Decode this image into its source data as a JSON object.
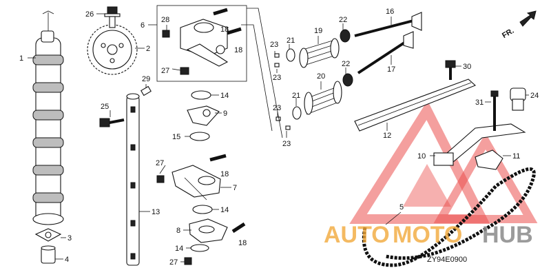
{
  "diagram": {
    "code": "ZY94E0900",
    "direction_label": "FR.",
    "watermark": {
      "text_a": "AUTO",
      "text_b": "MOTO",
      "text_c": "HUB",
      "accent": "#e8322f",
      "secondary": "#f2a93b",
      "tertiary": "#8a8a8a"
    },
    "callouts": [
      {
        "id": "c1",
        "text": "1"
      },
      {
        "id": "c2",
        "text": "2"
      },
      {
        "id": "c3",
        "text": "3"
      },
      {
        "id": "c4",
        "text": "4"
      },
      {
        "id": "c5",
        "text": "5"
      },
      {
        "id": "c6",
        "text": "6"
      },
      {
        "id": "c7",
        "text": "7"
      },
      {
        "id": "c8",
        "text": "8"
      },
      {
        "id": "c9",
        "text": "9"
      },
      {
        "id": "c10",
        "text": "10"
      },
      {
        "id": "c11",
        "text": "11"
      },
      {
        "id": "c12",
        "text": "12"
      },
      {
        "id": "c13",
        "text": "13"
      },
      {
        "id": "c14a",
        "text": "14"
      },
      {
        "id": "c14b",
        "text": "14"
      },
      {
        "id": "c14c",
        "text": "14"
      },
      {
        "id": "c15",
        "text": "15"
      },
      {
        "id": "c16",
        "text": "16"
      },
      {
        "id": "c17",
        "text": "17"
      },
      {
        "id": "c18a",
        "text": "18"
      },
      {
        "id": "c18b",
        "text": "18"
      },
      {
        "id": "c18c",
        "text": "18"
      },
      {
        "id": "c18d",
        "text": "18"
      },
      {
        "id": "c19",
        "text": "19"
      },
      {
        "id": "c20",
        "text": "20"
      },
      {
        "id": "c21a",
        "text": "21"
      },
      {
        "id": "c21b",
        "text": "21"
      },
      {
        "id": "c22a",
        "text": "22"
      },
      {
        "id": "c22b",
        "text": "22"
      },
      {
        "id": "c23a",
        "text": "23"
      },
      {
        "id": "c23b",
        "text": "23"
      },
      {
        "id": "c23c",
        "text": "23"
      },
      {
        "id": "c23d",
        "text": "23"
      },
      {
        "id": "c24",
        "text": "24"
      },
      {
        "id": "c25",
        "text": "25"
      },
      {
        "id": "c26",
        "text": "26"
      },
      {
        "id": "c27a",
        "text": "27"
      },
      {
        "id": "c27b",
        "text": "27"
      },
      {
        "id": "c27c",
        "text": "27"
      },
      {
        "id": "c28",
        "text": "28"
      },
      {
        "id": "c29",
        "text": "29"
      },
      {
        "id": "c30",
        "text": "30"
      },
      {
        "id": "c31",
        "text": "31"
      }
    ]
  }
}
